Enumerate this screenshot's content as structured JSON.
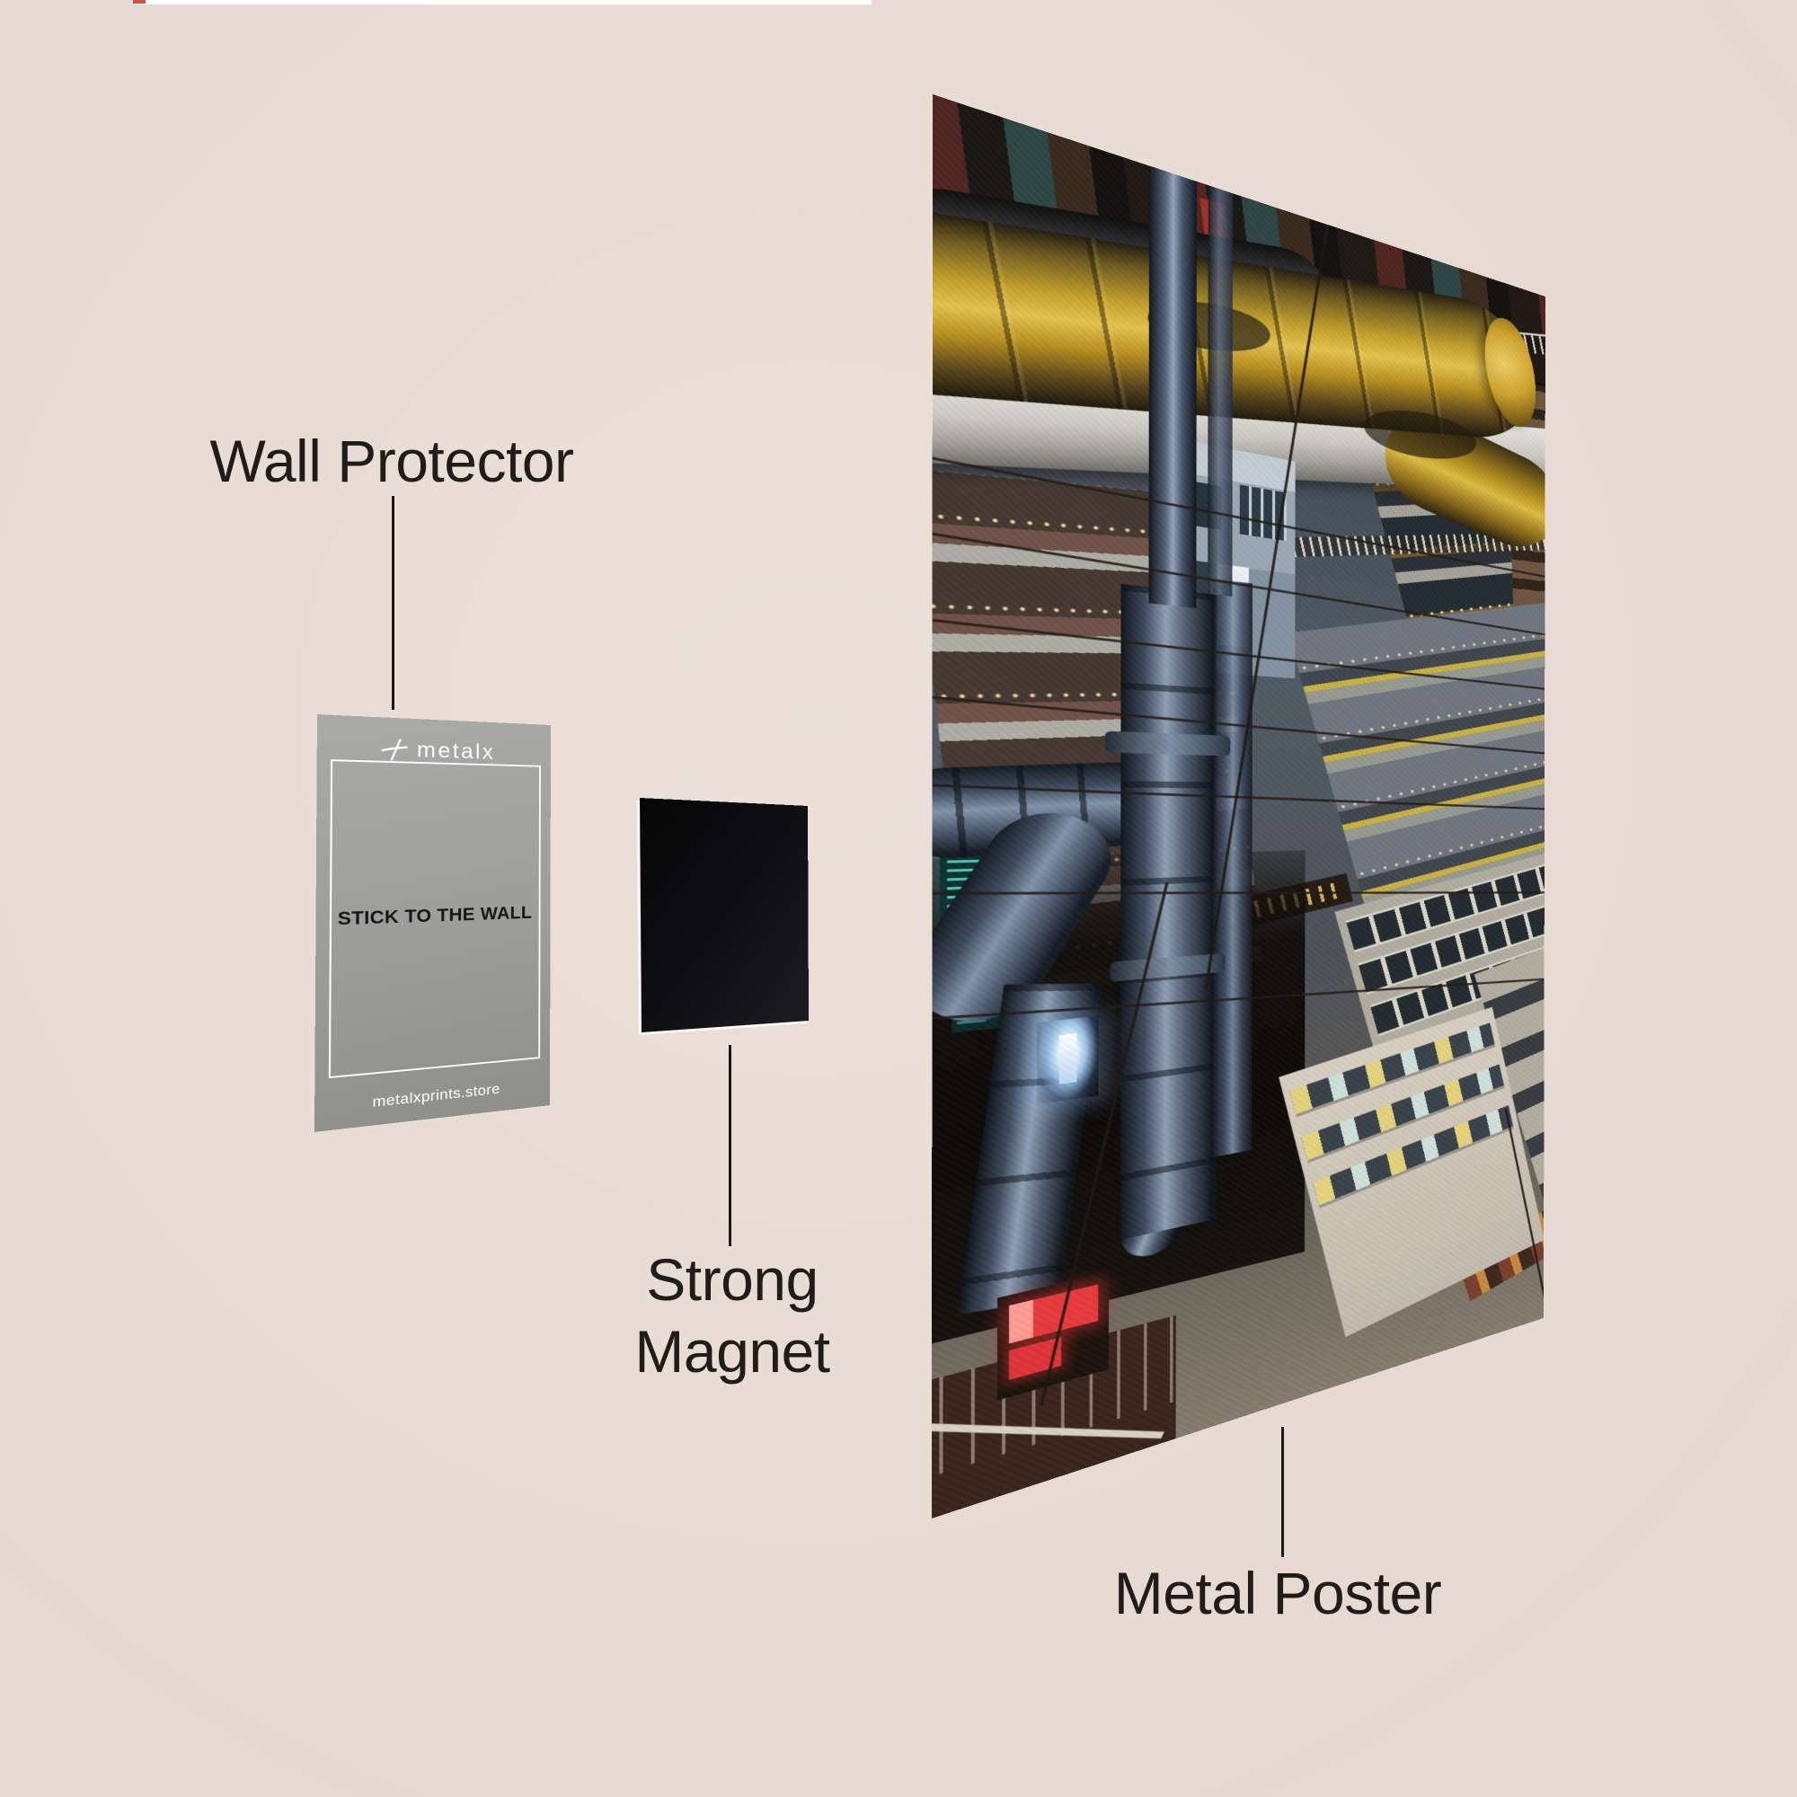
{
  "colors": {
    "background": "#e9dcd4",
    "ink": "#1f1c19",
    "connector_line": "#1b1713",
    "card_gray": "#9d9d9b",
    "magnet_black": "#0c0c0d",
    "card_text_light": "#ffffff",
    "card_text_dark": "#161616"
  },
  "labels": {
    "wall_protector": "Wall Protector",
    "strong_magnet_line1": "Strong",
    "strong_magnet_line2": "Magnet",
    "metal_poster": "Metal Poster"
  },
  "protector_card": {
    "brand": "metalx",
    "center_text": "STICK TO THE WALL",
    "footer_text": "metalxprints.store"
  },
  "poster": {
    "description": "Dense cyberpunk stacked-city artwork: giant mustard-yellow pipe across the top, steel pipes descending through layered apartment balconies with string lights, teal glowing screens, a holographic figure, a red neon sign lower left and warm lit windows lower right, shown in perspective as a metal print",
    "palette": {
      "pipe_yellow": "#c6a22c",
      "steel_blue": "#8294aa",
      "concrete": "#cbcac2",
      "glass_dark": "#232c33",
      "gold_trim": "#c9b13e",
      "teal_glow": "#4fd8c8",
      "hologram": "#cfe8ff",
      "sign_red": "#e63a3c",
      "building_cream": "#c2bbae",
      "lights_warm": "#ffde a5",
      "cable_dark": "#231d17"
    }
  }
}
